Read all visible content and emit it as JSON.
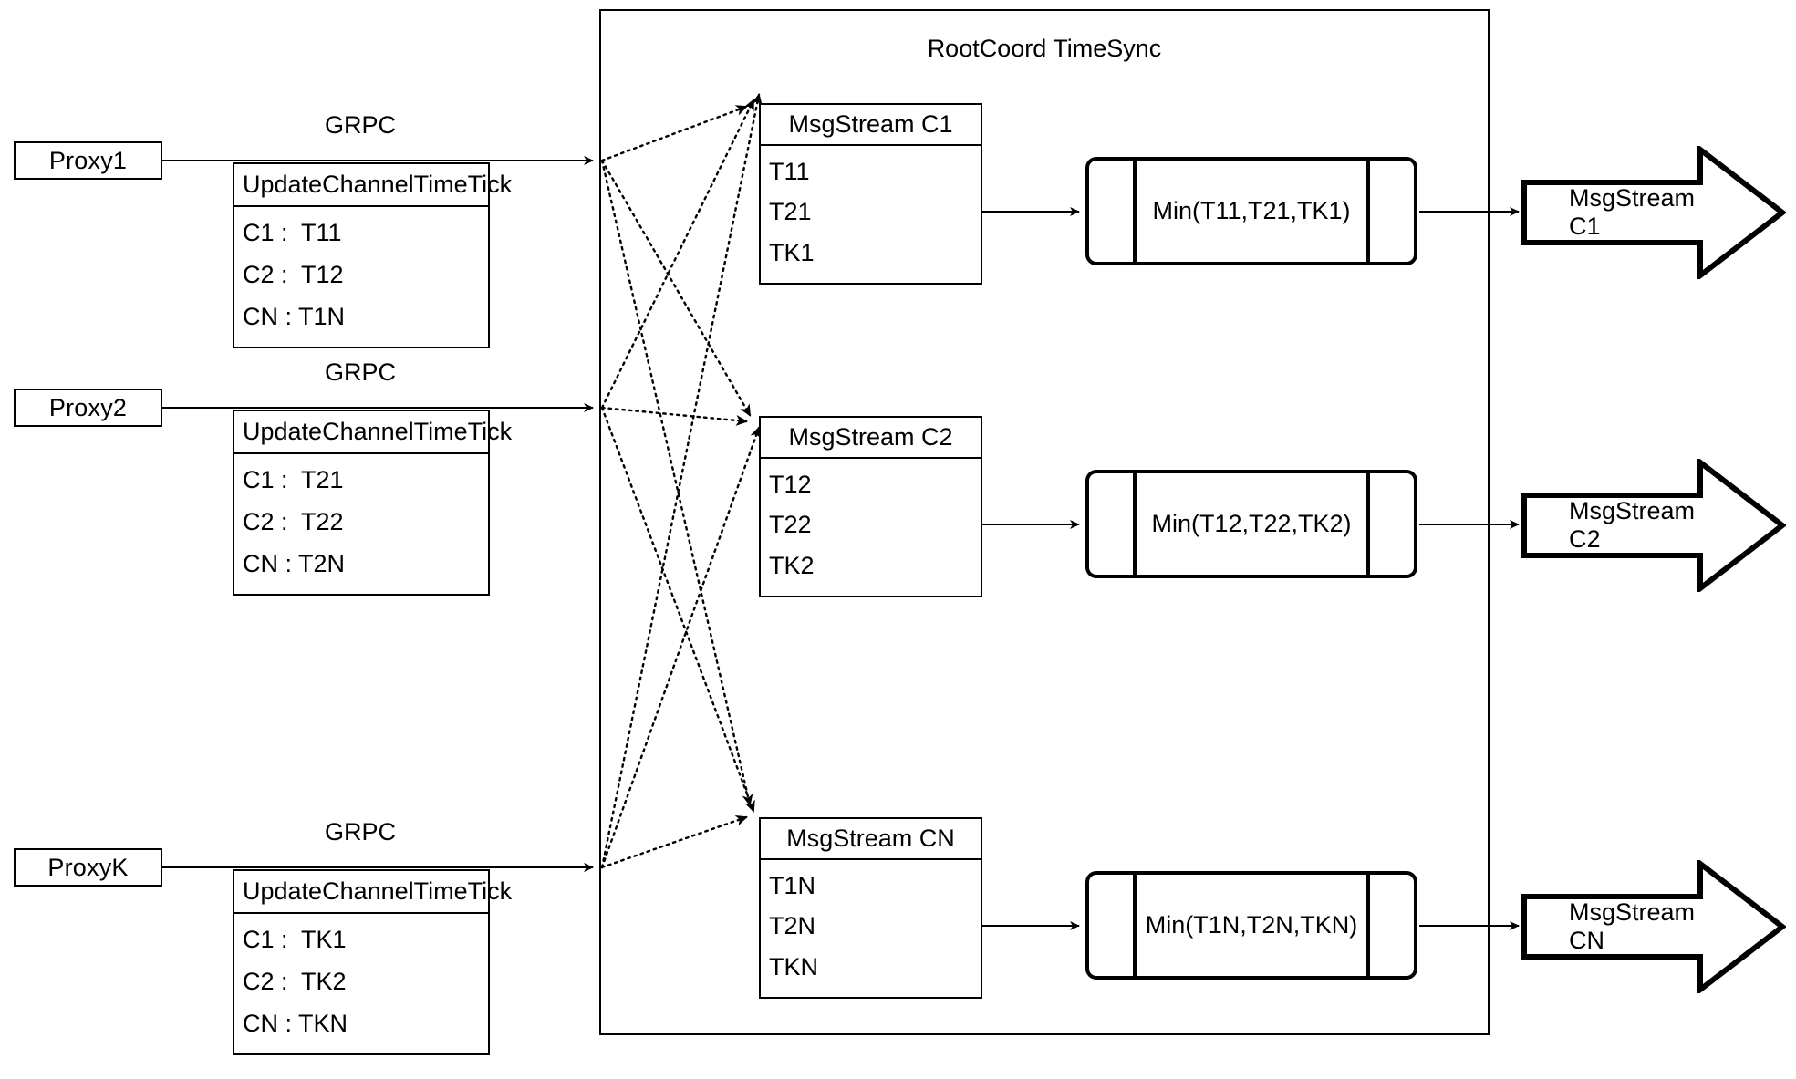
{
  "diagram": {
    "title": "RootCoord TimeSync",
    "protocol_label": "GRPC",
    "rpc_method": "UpdateChannelTimeTick",
    "proxies": [
      {
        "name": "Proxy1",
        "rpc": "UpdateChannelTimeTick",
        "entries": [
          "C1 :  T11",
          "C2 :  T12",
          "CN : T1N"
        ]
      },
      {
        "name": "Proxy2",
        "rpc": "UpdateChannelTimeTick",
        "entries": [
          "C1 :  T21",
          "C2 :  T22",
          "CN : T2N"
        ]
      },
      {
        "name": "ProxyK",
        "rpc": "UpdateChannelTimeTick",
        "entries": [
          "C1 :  TK1",
          "C2 :  TK2",
          "CN : TKN"
        ]
      }
    ],
    "channels": [
      {
        "stream_title": "MsgStream C1",
        "ticks": [
          "T11",
          "T21",
          "TK1"
        ],
        "reducer": "Min(T11,T21,TK1)",
        "output": "MsgStream C1"
      },
      {
        "stream_title": "MsgStream C2",
        "ticks": [
          "T12",
          "T22",
          "TK2"
        ],
        "reducer": "Min(T12,T22,TK2)",
        "output": "MsgStream C2"
      },
      {
        "stream_title": "MsgStream CN",
        "ticks": [
          "T1N",
          "T2N",
          "TKN"
        ],
        "reducer": "Min(T1N,T2N,TKN)",
        "output": "MsgStream CN"
      }
    ],
    "colors": {
      "stroke": "#000000",
      "background": "#ffffff",
      "text": "#000000"
    }
  }
}
